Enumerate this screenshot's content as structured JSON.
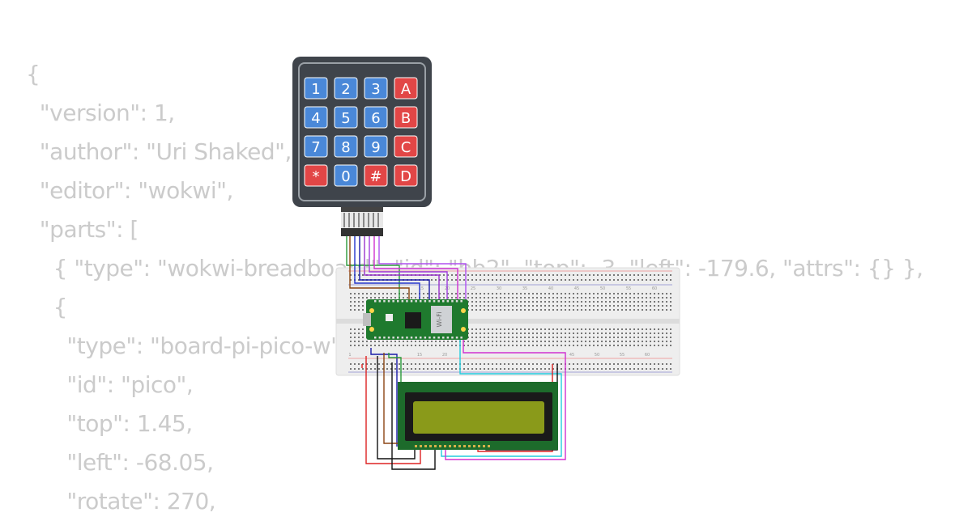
{
  "code_lines": [
    "{",
    "  \"version\": 1,",
    "  \"author\": \"Uri Shaked\",",
    "  \"editor\": \"wokwi\",",
    "  \"parts\": [",
    "    { \"type\": \"wokwi-breadboard\", \"id\": \"bb2\", \"top\": -3, \"left\": -179.6, \"attrs\": {} },",
    "    {",
    "      \"type\": \"board-pi-pico-w\",",
    "      \"id\": \"pico\",",
    "      \"top\": 1.45,",
    "      \"left\": -68.05,",
    "      \"rotate\": 270,"
  ],
  "keypad": {
    "keys": [
      [
        "1",
        "2",
        "3",
        "A"
      ],
      [
        "4",
        "5",
        "6",
        "B"
      ],
      [
        "7",
        "8",
        "9",
        "C"
      ],
      [
        "*",
        "0",
        "#",
        "D"
      ]
    ],
    "colors": {
      "number": "#4a88d8",
      "special": "#e24646",
      "body": "#3f444b"
    }
  },
  "breadboard": {
    "column_labels_top": [
      "15",
      "20",
      "25",
      "30",
      "35",
      "40",
      "45",
      "50",
      "55",
      "60"
    ],
    "column_labels_bottom": [
      "1",
      "15",
      "20",
      "45",
      "50",
      "55",
      "60"
    ]
  },
  "pico": {
    "wifi_label": "Wi-Fi",
    "body_color": "#1f7a2e"
  },
  "lcd": {
    "screen_color": "#8a9a1a",
    "board_color": "#1d6b2b"
  }
}
